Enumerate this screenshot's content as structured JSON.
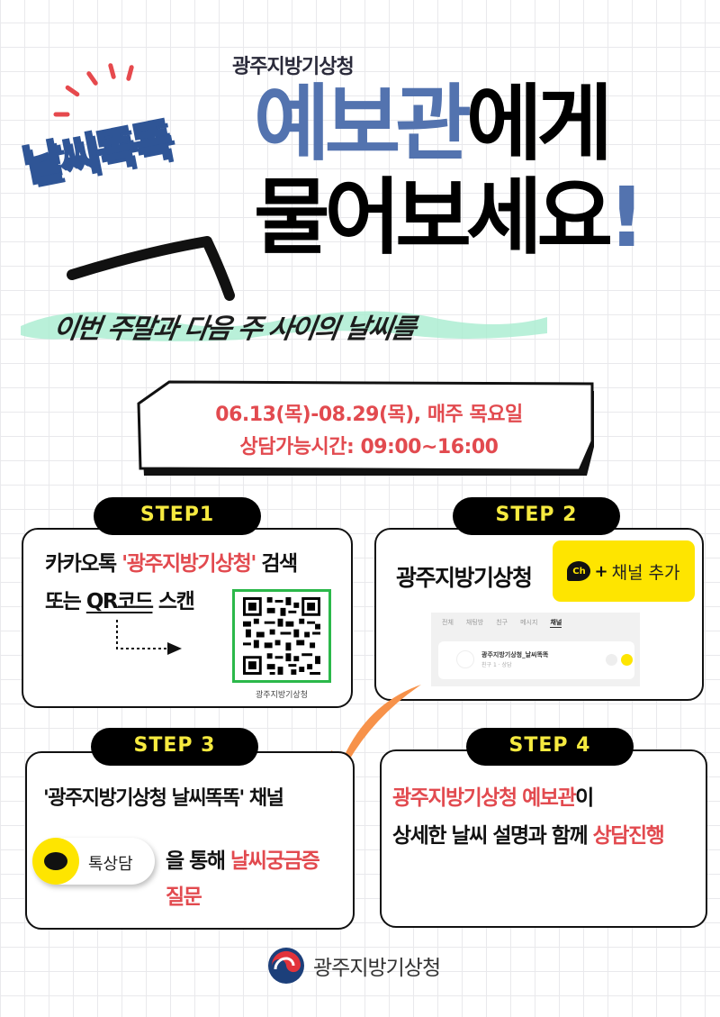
{
  "header": {
    "org_name": "광주지방기상청",
    "logo_text": "날씨똑똑",
    "headline_blue": "예보관",
    "headline_black": "에게",
    "headline_line2": "물어보세요",
    "headline_exclaim": "!",
    "subtitle": "이번 주말과 다음 주 사이의 날씨를"
  },
  "schedule": {
    "period": "06.13(목)-08.29(목), 매주 목요일",
    "hours": "상담가능시간: 09:00~16:00"
  },
  "steps": [
    {
      "badge": "STEP1",
      "line1_prefix": "카카오톡 ",
      "line1_highlight": "'광주지방기상청'",
      "line1_suffix": " 검색",
      "line2_prefix": "또는 ",
      "line2_underline": "QR코드",
      "line2_suffix": "  스캔",
      "qr_caption": "광주지방기상청"
    },
    {
      "badge": "STEP 2",
      "title": "광주지방기상청",
      "channel_button_icon": "Ch",
      "channel_button_plus": "+",
      "channel_button_label": "채널 추가",
      "kakao_tabs": [
        "전체",
        "채팅방",
        "친구",
        "메시지",
        "채널"
      ],
      "kakao_active_tab": "채널",
      "kakao_channel_name": "광주지방기상청_날씨똑똑",
      "kakao_channel_sub": "친구 1 · 상담"
    },
    {
      "badge": "STEP 3",
      "line1": "'광주지방기상청 날씨똑똑' 채널",
      "talk_label": "톡상담",
      "line2_prefix": "을 통해 ",
      "line2_highlight": "날씨궁금증",
      "line3_highlight": "질문"
    },
    {
      "badge": "STEP 4",
      "line1_highlight": "광주지방기상청 예보관",
      "line1_suffix": "이",
      "line2_prefix": "상세한 날씨 설명과 함께 ",
      "line2_highlight": "상담진행"
    }
  ],
  "footer": {
    "org_name": "광주지방기상청"
  },
  "colors": {
    "brand_blue": "#5373af",
    "logo_blue": "#2f5596",
    "accent_red": "#e24a4f",
    "badge_yellow": "#f6ea3f",
    "kakao_yellow": "#fee500",
    "qr_green": "#2bb84a",
    "arrow_orange": "#f7924a",
    "highlight_mint": "#a8ecd0"
  }
}
